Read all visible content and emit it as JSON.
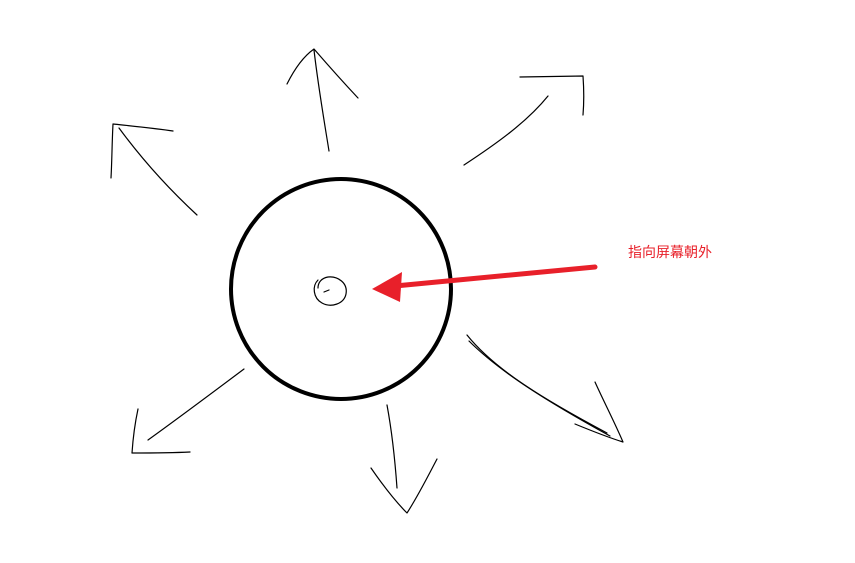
{
  "annotation": {
    "text": "指向屏幕朝外"
  },
  "colors": {
    "ink": "#000000",
    "annotation_red": "#e8202a",
    "background": "#ffffff"
  },
  "figure": {
    "description_icons": [
      "circle-outline",
      "center-dot",
      "outward-arrows",
      "red-pointer-arrow"
    ]
  }
}
